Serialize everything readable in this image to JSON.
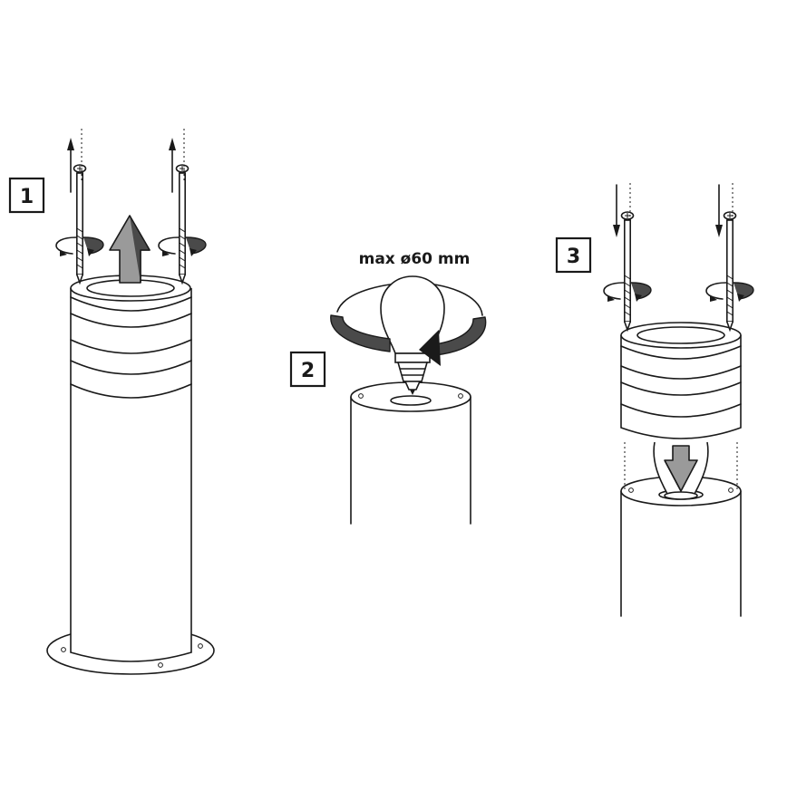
{
  "steps": [
    {
      "number": "1"
    },
    {
      "number": "2"
    },
    {
      "number": "3"
    }
  ],
  "bulb_note": "max ø60 mm",
  "colors": {
    "line": "#1a1a1a",
    "fill_gray": "#9a9a9a",
    "fill_dark": "#4a4a4a",
    "background": "#ffffff"
  },
  "icons": [
    "screw-icon",
    "rotate-arrow-icon",
    "lift-arrow-icon",
    "insert-arrow-icon",
    "bulb-icon"
  ]
}
